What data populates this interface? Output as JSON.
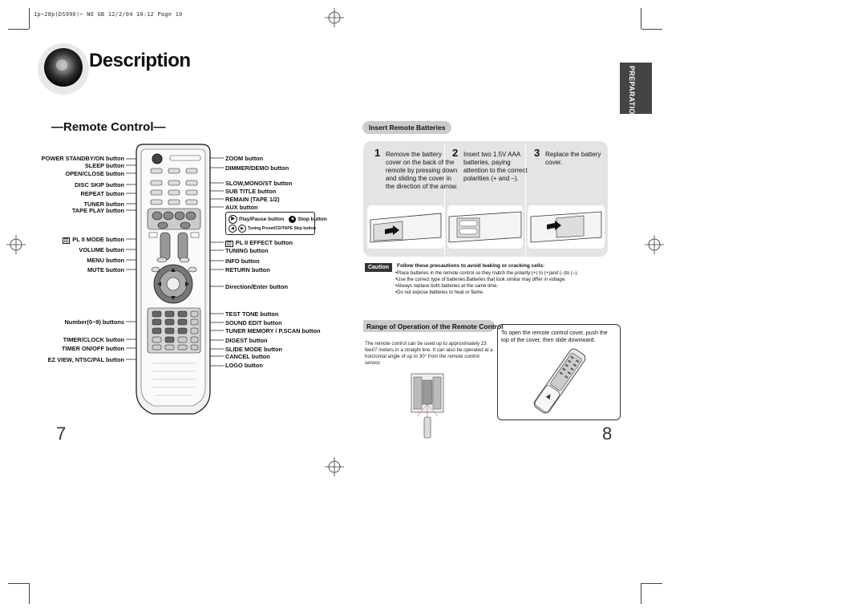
{
  "header_line": "1p~28p(DS990)~ NO GB  12/2/04 10:12  Page 10",
  "title": "Description",
  "section_title": "—Remote Control—",
  "side_tab": "PREPARATION",
  "left_labels": [
    "POWER STANDBY/ON button",
    "SLEEP button",
    "OPEN/CLOSE button",
    "DISC SKIP button",
    "REPEAT button",
    "TUNER button",
    "TAPE PLAY button",
    "PL II MODE button",
    "VOLUME button",
    "MENU button",
    "MUTE button",
    "Number(0~9) buttons",
    "TIMER/CLOCK button",
    "TIMER ON/OFF button",
    "EZ VIEW, NTSC/PAL button"
  ],
  "right_labels": [
    "ZOOM button",
    "DIMMER/DEMO button",
    "SLOW,MONO/ST button",
    "SUB TITLE button",
    "REMAIN (TAPE 1/2)",
    "AUX button",
    "PL II EFFECT button",
    "TUNING button",
    "INFO button",
    "RETURN button",
    "Direction/Enter button",
    "TEST TONE button",
    "SOUND EDIT button",
    "TUNER MEMORY / P.SCAN button",
    "DIGEST button",
    "SLIDE MODE button",
    "CANCEL button",
    "LOGO button"
  ],
  "play_pause_label": "Play/Pause button",
  "stop_label": "Stop button",
  "tuning_skip_label": "Tuning Preset/CD/TAPE Skip button",
  "insert_batteries_title": "Insert Remote Batteries",
  "steps": [
    {
      "num": "1",
      "text": "Remove the battery cover on the back of the remote by pressing down and sliding the cover in the direction of the arrow."
    },
    {
      "num": "2",
      "text": "Insert two 1.5V AAA batteries, paying attention to the correct polarities (+ and –)."
    },
    {
      "num": "3",
      "text": "Replace the battery cover."
    }
  ],
  "caution_tag": "Caution",
  "caution_title": "Follow these precautions to avoid leaking or cracking cells:",
  "caution_items": [
    "Place batteries in the remote control so they match the polarity:(+) to (+)and (–)to (–).",
    "Use the correct type of batteries.Batteries that look similar may differ in voltage.",
    "Always replace both batteries at the same time.",
    "Do not expose batteries to heat or flame."
  ],
  "range_title": "Range of Operation of the Remote Control",
  "range_text": "The remote control can be used up to approximately 23 feet/7 meters in a straight line. It can also be operated at a horizontal angle of up to 30° from the remote control sensor.",
  "cover_text": "To open the remote control cover, push the top of the cover, then slide downward.",
  "page_left": "7",
  "page_right": "8"
}
